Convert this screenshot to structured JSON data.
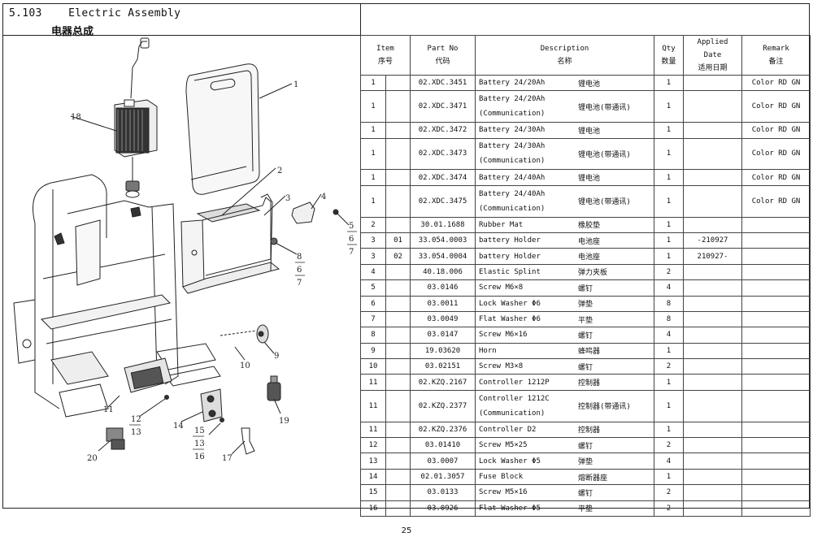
{
  "section": {
    "number": "5.103",
    "title_en": "Electric Assembly",
    "title_cn": "电器总成"
  },
  "table": {
    "headers": [
      {
        "en": "Item",
        "cn": "序号"
      },
      {
        "en": "Part No",
        "cn": "代码"
      },
      {
        "en": "Description",
        "cn": "名称"
      },
      {
        "en": "Qty",
        "cn": "数量"
      },
      {
        "en": "Applied Date",
        "cn": "适用日期"
      },
      {
        "en": "Remark",
        "cn": "备注"
      }
    ],
    "rows": [
      {
        "item": "1",
        "sub": "",
        "part_no": "02.XDC.3451",
        "desc_en": "Battery 24/20Ah",
        "desc_en2": "",
        "desc_cn": "锂电池",
        "qty": "1",
        "date": "",
        "remark": "Color RD GN"
      },
      {
        "item": "1",
        "sub": "",
        "part_no": "02.XDC.3471",
        "desc_en": "Battery 24/20Ah",
        "desc_en2": "(Communication)",
        "desc_cn": "锂电池(带通讯)",
        "qty": "1",
        "date": "",
        "remark": "Color RD GN"
      },
      {
        "item": "1",
        "sub": "",
        "part_no": "02.XDC.3472",
        "desc_en": "Battery 24/30Ah",
        "desc_en2": "",
        "desc_cn": "锂电池",
        "qty": "1",
        "date": "",
        "remark": "Color RD GN"
      },
      {
        "item": "1",
        "sub": "",
        "part_no": "02.XDC.3473",
        "desc_en": "Battery 24/30Ah",
        "desc_en2": "(Communication)",
        "desc_cn": "锂电池(带通讯)",
        "qty": "1",
        "date": "",
        "remark": "Color RD GN"
      },
      {
        "item": "1",
        "sub": "",
        "part_no": "02.XDC.3474",
        "desc_en": "Battery 24/40Ah",
        "desc_en2": "",
        "desc_cn": "锂电池",
        "qty": "1",
        "date": "",
        "remark": "Color RD GN"
      },
      {
        "item": "1",
        "sub": "",
        "part_no": "02.XDC.3475",
        "desc_en": "Battery 24/40Ah",
        "desc_en2": "(Communication)",
        "desc_cn": "锂电池(带通讯)",
        "qty": "1",
        "date": "",
        "remark": "Color RD GN"
      },
      {
        "item": "2",
        "sub": "",
        "part_no": "30.01.1688",
        "desc_en": "Rubber Mat",
        "desc_en2": "",
        "desc_cn": "橡胶垫",
        "qty": "1",
        "date": "",
        "remark": ""
      },
      {
        "item": "3",
        "sub": "01",
        "part_no": "33.054.0003",
        "desc_en": "battery Holder",
        "desc_en2": "",
        "desc_cn": "电池座",
        "qty": "1",
        "date": "-210927",
        "remark": ""
      },
      {
        "item": "3",
        "sub": "02",
        "part_no": "33.054.0004",
        "desc_en": "battery Holder",
        "desc_en2": "",
        "desc_cn": "电池座",
        "qty": "1",
        "date": "210927-",
        "remark": ""
      },
      {
        "item": "4",
        "sub": "",
        "part_no": "40.18.006",
        "desc_en": "Elastic Splint",
        "desc_en2": "",
        "desc_cn": "弹力夹板",
        "qty": "2",
        "date": "",
        "remark": ""
      },
      {
        "item": "5",
        "sub": "",
        "part_no": "03.0146",
        "desc_en": "Screw M6×8",
        "desc_en2": "",
        "desc_cn": "螺钉",
        "qty": "4",
        "date": "",
        "remark": ""
      },
      {
        "item": "6",
        "sub": "",
        "part_no": "03.0011",
        "desc_en": "Lock Washer Φ6",
        "desc_en2": "",
        "desc_cn": "弹垫",
        "qty": "8",
        "date": "",
        "remark": ""
      },
      {
        "item": "7",
        "sub": "",
        "part_no": "03.0049",
        "desc_en": "Flat Washer Φ6",
        "desc_en2": "",
        "desc_cn": "平垫",
        "qty": "8",
        "date": "",
        "remark": ""
      },
      {
        "item": "8",
        "sub": "",
        "part_no": "03.0147",
        "desc_en": "Screw M6×16",
        "desc_en2": "",
        "desc_cn": "螺钉",
        "qty": "4",
        "date": "",
        "remark": ""
      },
      {
        "item": "9",
        "sub": "",
        "part_no": "19.03620",
        "desc_en": "Horn",
        "desc_en2": "",
        "desc_cn": "蜂鸣器",
        "qty": "1",
        "date": "",
        "remark": ""
      },
      {
        "item": "10",
        "sub": "",
        "part_no": "03.02151",
        "desc_en": "Screw M3×8",
        "desc_en2": "",
        "desc_cn": "螺钉",
        "qty": "2",
        "date": "",
        "remark": ""
      },
      {
        "item": "11",
        "sub": "",
        "part_no": "02.KZQ.2167",
        "desc_en": "Controller 1212P",
        "desc_en2": "",
        "desc_cn": "控制器",
        "qty": "1",
        "date": "",
        "remark": ""
      },
      {
        "item": "11",
        "sub": "",
        "part_no": "02.KZQ.2377",
        "desc_en": "Controller 1212C",
        "desc_en2": "(Communication)",
        "desc_cn": "控制器(带通讯)",
        "qty": "1",
        "date": "",
        "remark": ""
      },
      {
        "item": "11",
        "sub": "",
        "part_no": "02.KZQ.2376",
        "desc_en": "Controller D2",
        "desc_en2": "",
        "desc_cn": "控制器",
        "qty": "1",
        "date": "",
        "remark": ""
      },
      {
        "item": "12",
        "sub": "",
        "part_no": "03.01410",
        "desc_en": "Screw M5×25",
        "desc_en2": "",
        "desc_cn": "螺钉",
        "qty": "2",
        "date": "",
        "remark": ""
      },
      {
        "item": "13",
        "sub": "",
        "part_no": "03.0007",
        "desc_en": "Lock Washer Φ5",
        "desc_en2": "",
        "desc_cn": "弹垫",
        "qty": "4",
        "date": "",
        "remark": ""
      },
      {
        "item": "14",
        "sub": "",
        "part_no": "02.01.3057",
        "desc_en": "Fuse Block",
        "desc_en2": "",
        "desc_cn": "熔断器座",
        "qty": "1",
        "date": "",
        "remark": ""
      },
      {
        "item": "15",
        "sub": "",
        "part_no": "03.0133",
        "desc_en": "Screw M5×16",
        "desc_en2": "",
        "desc_cn": "螺钉",
        "qty": "2",
        "date": "",
        "remark": ""
      },
      {
        "item": "16",
        "sub": "",
        "part_no": "03.0926",
        "desc_en": "Flat Washer Φ5",
        "desc_en2": "",
        "desc_cn": "平垫",
        "qty": "2",
        "date": "",
        "remark": ""
      }
    ]
  },
  "callouts": [
    "1",
    "2",
    "3",
    "4",
    "5",
    "6",
    "7",
    "8",
    "6",
    "7",
    "9",
    "10",
    "11",
    "12",
    "13",
    "14",
    "15",
    "13",
    "16",
    "17",
    "18",
    "19",
    "20"
  ],
  "page_number": "25"
}
